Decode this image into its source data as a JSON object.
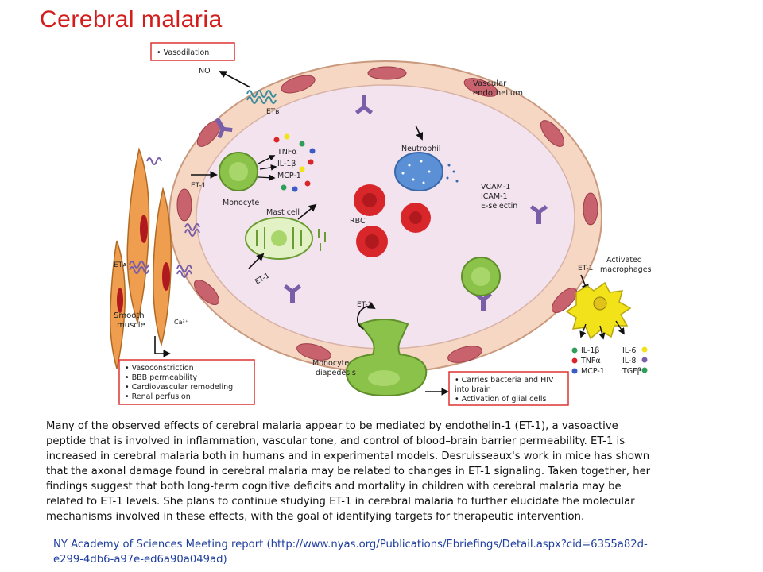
{
  "title": "Cerebral malaria",
  "figure": {
    "top_box": [
      "• Vasodilation"
    ],
    "no_label": "NO",
    "etb_label": "ETʙ",
    "vascular_endothelium": [
      "Vascular",
      "endothelium"
    ],
    "cytokines_monocyte": [
      "TNFα",
      "IL-1β",
      "MCP-1"
    ],
    "neutrophil": "Neutrophil",
    "et1_left": "ET-1",
    "monocyte": "Monocyte",
    "mast_cell": "Mast cell",
    "rbc": "RBC",
    "adhesion": [
      "VCAM-1",
      "ICAM-1",
      "E-selectin"
    ],
    "eta_label": "ETᴀ",
    "et1_mast": "ET-1",
    "et1_right": "ET-1",
    "activated_macrophages": [
      "Activated",
      "macrophages"
    ],
    "et1_bottom": "ET-1",
    "smooth_muscle": [
      "Smooth",
      "muscle"
    ],
    "ca_label": "Ca²⁺",
    "cytokines_macrophage": {
      "left": [
        "IL-1β",
        "TNFα",
        "MCP-1"
      ],
      "right": [
        "IL-6",
        "IL-8",
        "TGFβ"
      ]
    },
    "monocyte_diapedesis": [
      "Monocyte",
      "diapedesis"
    ],
    "bottom_left_box": [
      "• Vasoconstriction",
      "• BBB permeability",
      "• Cardiovascular remodeling",
      "• Renal perfusion"
    ],
    "bottom_right_box": [
      "• Carries bacteria and HIV",
      "  into brain",
      "• Activation of glial cells"
    ]
  },
  "body_lines": [
    "Many of the observed effects of cerebral malaria appear to be mediated by endothelin-1 (ET-1), a vasoactive",
    "peptide that is involved in inflammation, vascular tone, and control of blood–brain barrier permeability. ET-1 is",
    "increased in cerebral malaria both in humans and in experimental models. Desruisseaux's work in mice has shown",
    "that the axonal damage found in cerebral malaria may be related to changes in ET-1 signaling. Taken together, her",
    "findings suggest that both long-term cognitive deficits and mortality in children with cerebral malaria may be",
    "related to ET-1 levels. She plans to continue studying ET-1 in cerebral malaria to further elucidate the molecular",
    "mechanisms involved in these effects, with the goal of identifying targets for therapeutic intervention."
  ],
  "source": {
    "lead": "NY Academy of Sciences Meeting report (",
    "url_part1": "http://www.nyas.org/Publications/Ebriefings/Detail.aspx?cid=6355a82d-",
    "url_part2": "e299-4db6-a97e-ed6a90a049ad",
    "trail": ")"
  },
  "colors": {
    "title": "#d31c1c",
    "vessel_wall": "#f6d7c4",
    "vessel_outline": "#c99a7e",
    "nucleus": "#c8626d",
    "lumen": "#f3e3ee",
    "rbc": "#d8262b",
    "monocyte": "#8bc34a",
    "neutrophil": "#5b8fd6",
    "receptor": "#7a5ea8",
    "macrophage": "#f2e21a",
    "smooth_muscle": "#ef9d4e",
    "box_border": "#d33",
    "link": "#1f3f9e"
  }
}
